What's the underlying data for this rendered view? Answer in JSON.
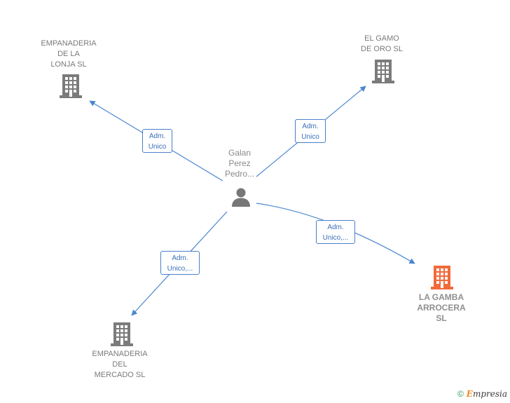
{
  "center": {
    "name_lines": "Galan\nPerez\nPedro..."
  },
  "companies": [
    {
      "id": "empanaderia-lonja",
      "label": "EMPANADERIA\nDE LA\nLONJA  SL",
      "highlight": false
    },
    {
      "id": "gamo-de-oro",
      "label": "EL GAMO\nDE ORO  SL",
      "highlight": false
    },
    {
      "id": "gamba-arrocera",
      "label": "LA GAMBA\nARROCERA\nSL",
      "highlight": true
    },
    {
      "id": "empanaderia-mercado",
      "label": "EMPANADERIA\nDEL\nMERCADO  SL",
      "highlight": false
    }
  ],
  "roles": [
    {
      "target": "empanaderia-lonja",
      "label": "Adm.\nUnico"
    },
    {
      "target": "gamo-de-oro",
      "label": "Adm.\nUnico"
    },
    {
      "target": "gamba-arrocera",
      "label": "Adm.\nUnico,..."
    },
    {
      "target": "empanaderia-mercado",
      "label": "Adm.\nUnico,..."
    }
  ],
  "colors": {
    "edge": "#4a86d0",
    "building": "#7b7b7b",
    "building_highlight": "#f26a3b",
    "person": "#777777"
  },
  "footer": {
    "copyright": "©",
    "brand": "mpresia",
    "brand_initial": "E"
  }
}
